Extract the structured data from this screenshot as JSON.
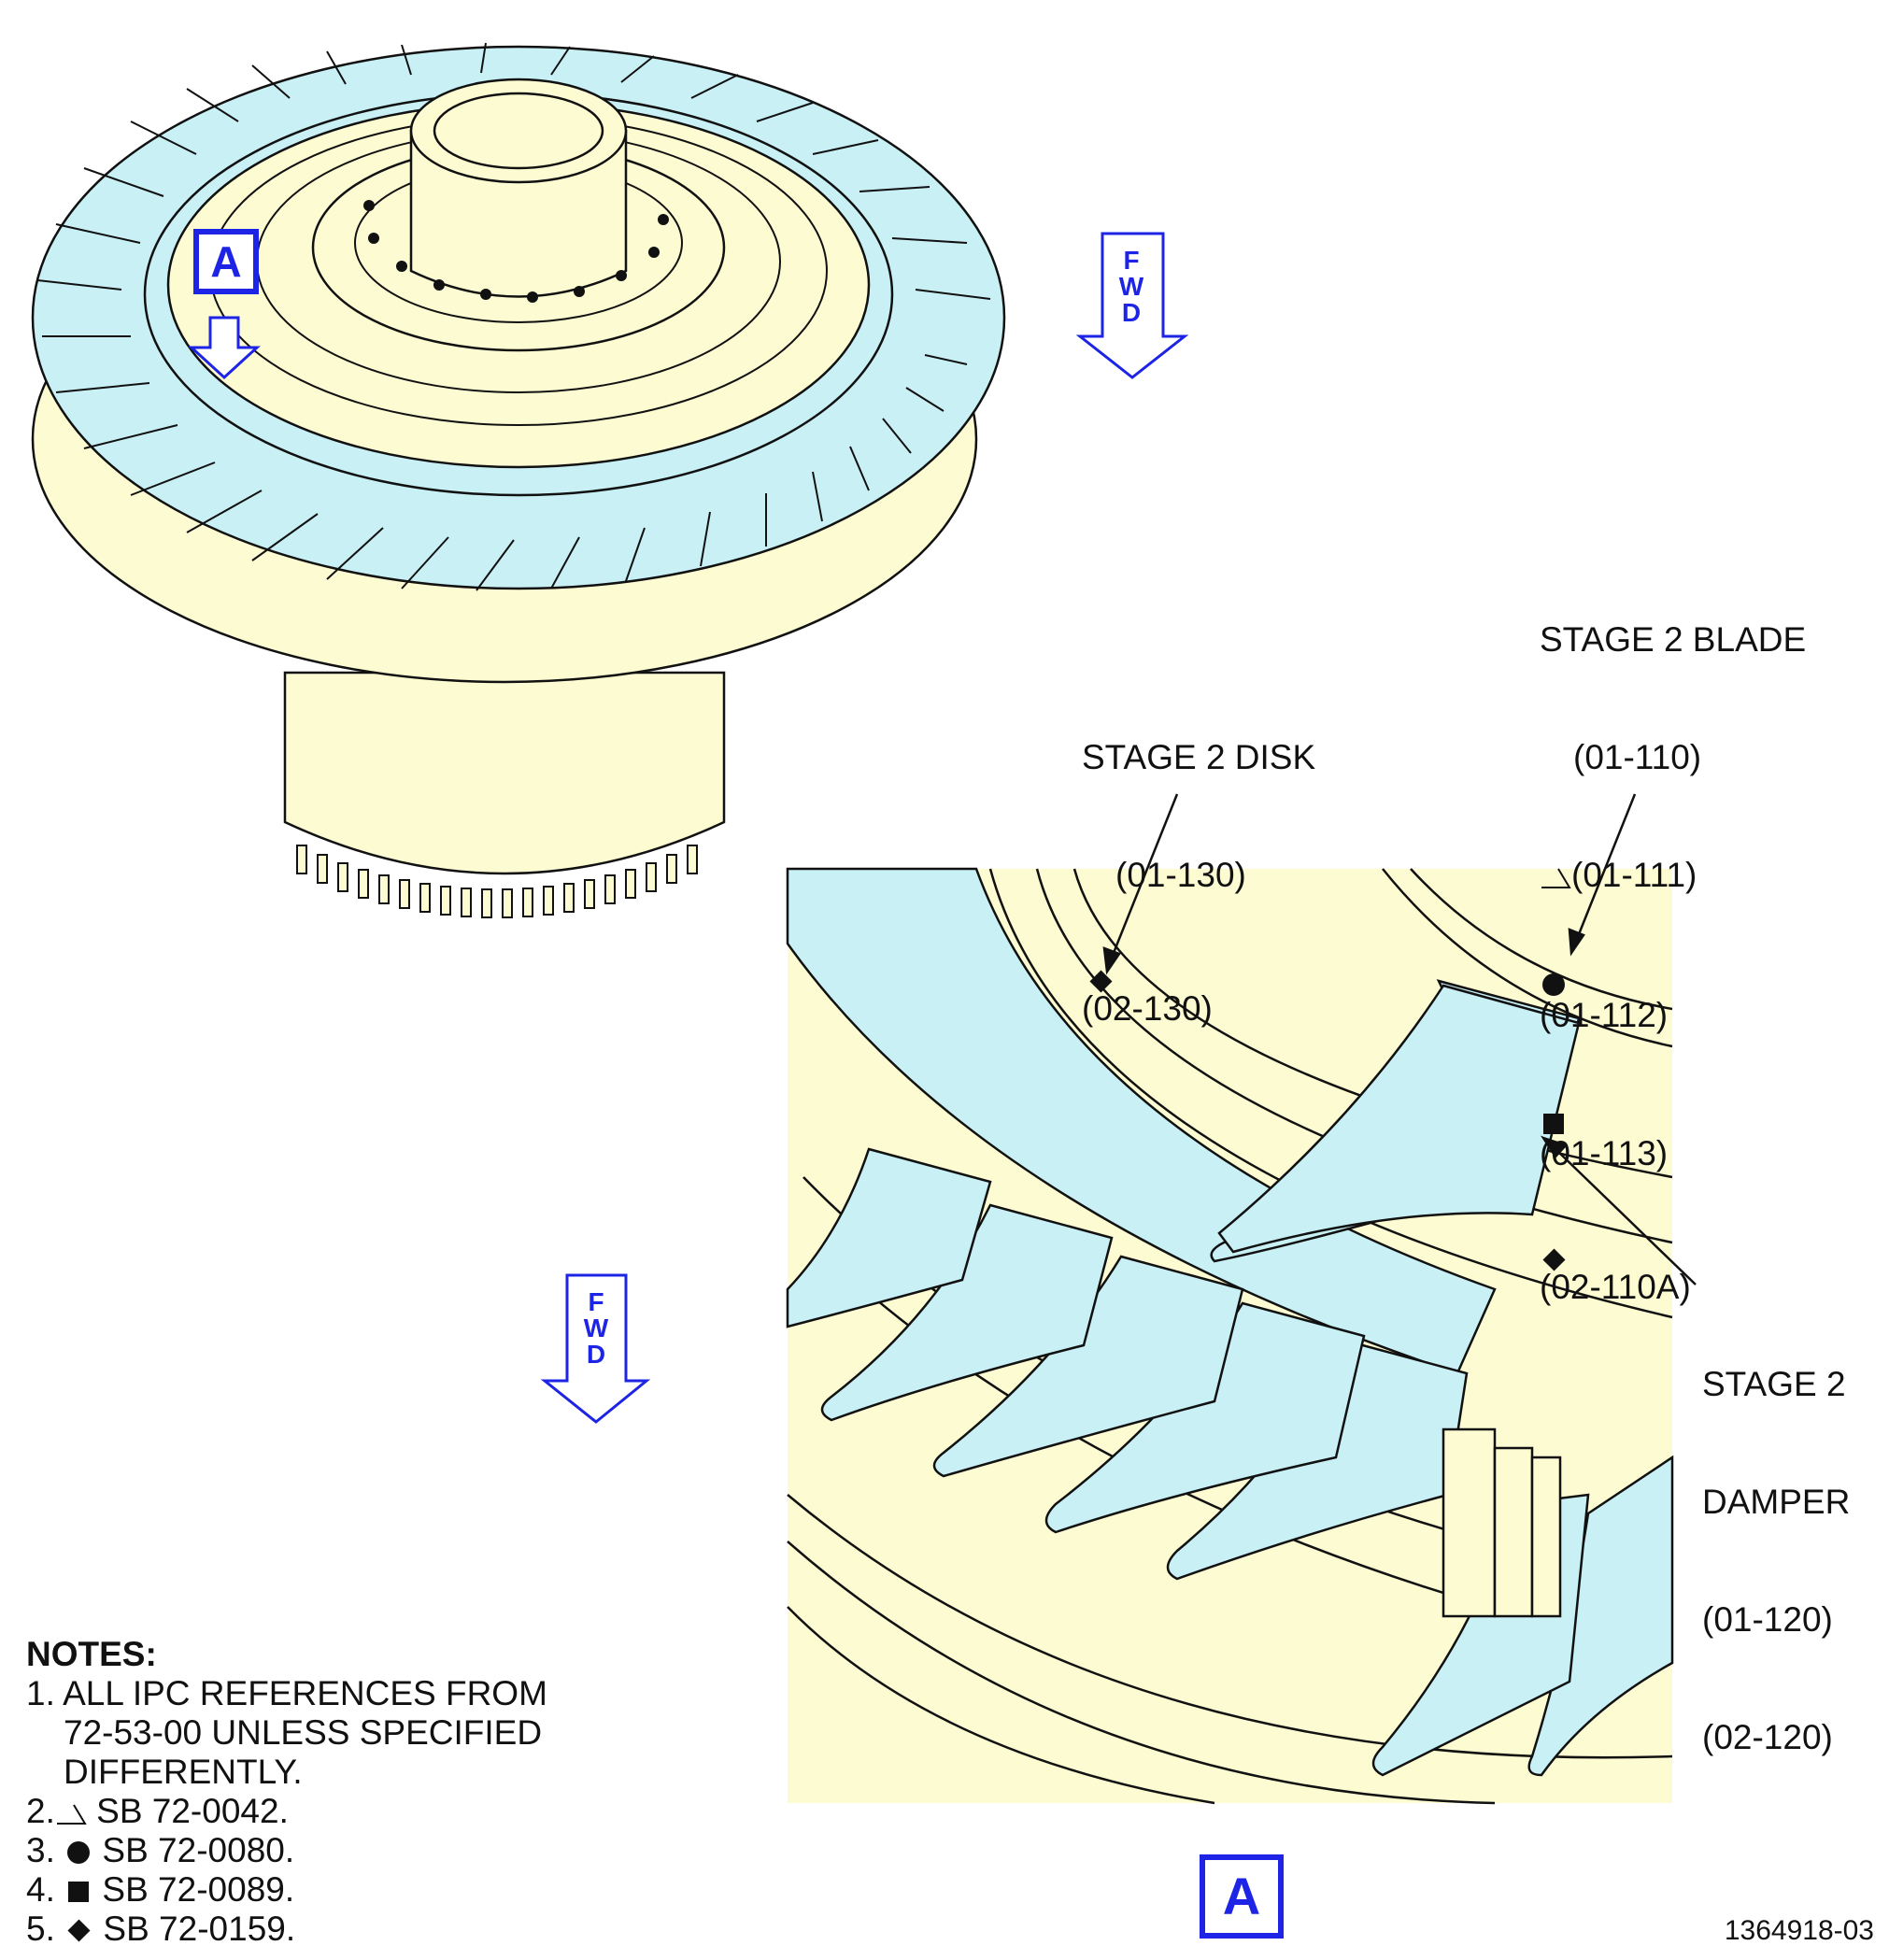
{
  "colors": {
    "blade": "#c8f0f5",
    "disk": "#fdfbd2",
    "accent": "#1e24e6",
    "line": "#111111"
  },
  "view_callout": "A",
  "detail_callout": "A",
  "fwd_letters": [
    "F",
    "W",
    "D"
  ],
  "stage2_disk": {
    "title": "STAGE 2 DISK",
    "refs": [
      "(01-130)",
      "(02-130)"
    ],
    "ref_symbols": [
      "",
      "diamond-icon"
    ]
  },
  "stage2_blade": {
    "title": "STAGE 2 BLADE",
    "refs": [
      "(01-110)",
      "(01-111)",
      "(01-112)",
      "(01-113)",
      "(02-110A)"
    ],
    "ref_symbols": [
      "",
      "flag-icon",
      "circle-icon",
      "square-icon",
      "diamond-icon"
    ]
  },
  "stage2_damper": {
    "lines": [
      "STAGE 2",
      "DAMPER",
      "(01-120)",
      "(02-120)"
    ]
  },
  "notes": {
    "heading": "NOTES:",
    "items": [
      {
        "num": "1.",
        "lines": [
          "ALL IPC REFERENCES FROM",
          "72-53-00 UNLESS SPECIFIED",
          "DIFFERENTLY."
        ]
      },
      {
        "num": "2.",
        "symbol": "flag-icon",
        "text": "SB 72-0042."
      },
      {
        "num": "3.",
        "symbol": "circle-icon",
        "text": "SB 72-0080."
      },
      {
        "num": "4.",
        "symbol": "square-icon",
        "text": "SB 72-0089."
      },
      {
        "num": "5.",
        "symbol": "diamond-icon",
        "text": "SB 72-0159."
      }
    ]
  },
  "figure_id": "1364918-03"
}
